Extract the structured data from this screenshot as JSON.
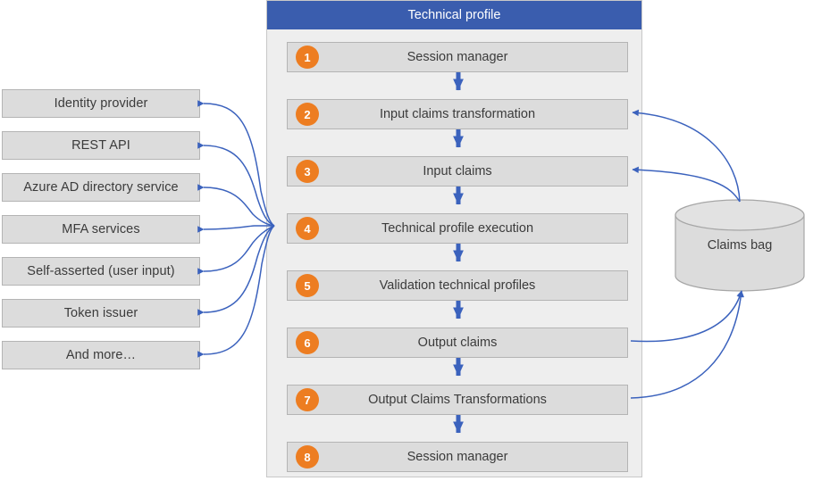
{
  "diagram": {
    "title_visible": false,
    "colors": {
      "header_blue": "#3a5dae",
      "badge_orange": "#ed7d21",
      "arrow_blue": "#3b62bd",
      "box_fill": "#dcdcdc",
      "box_border": "#b4b4b4",
      "panel_fill": "#eeeeee",
      "text": "#3b3b3b"
    }
  },
  "panel": {
    "header": "Technical profile",
    "steps": [
      {
        "number": "1",
        "label": "Session manager"
      },
      {
        "number": "2",
        "label": "Input claims transformation"
      },
      {
        "number": "3",
        "label": "Input claims"
      },
      {
        "number": "4",
        "label": "Technical profile execution"
      },
      {
        "number": "5",
        "label": "Validation technical profiles"
      },
      {
        "number": "6",
        "label": "Output claims"
      },
      {
        "number": "7",
        "label": "Output Claims Transformations"
      },
      {
        "number": "8",
        "label": "Session manager"
      }
    ]
  },
  "sources": [
    {
      "label": "Identity provider"
    },
    {
      "label": "REST API"
    },
    {
      "label": "Azure AD directory service"
    },
    {
      "label": "MFA services"
    },
    {
      "label": "Self-asserted (user input)"
    },
    {
      "label": "Token issuer"
    },
    {
      "label": "And more…"
    }
  ],
  "datastore": {
    "label": "Claims bag"
  }
}
